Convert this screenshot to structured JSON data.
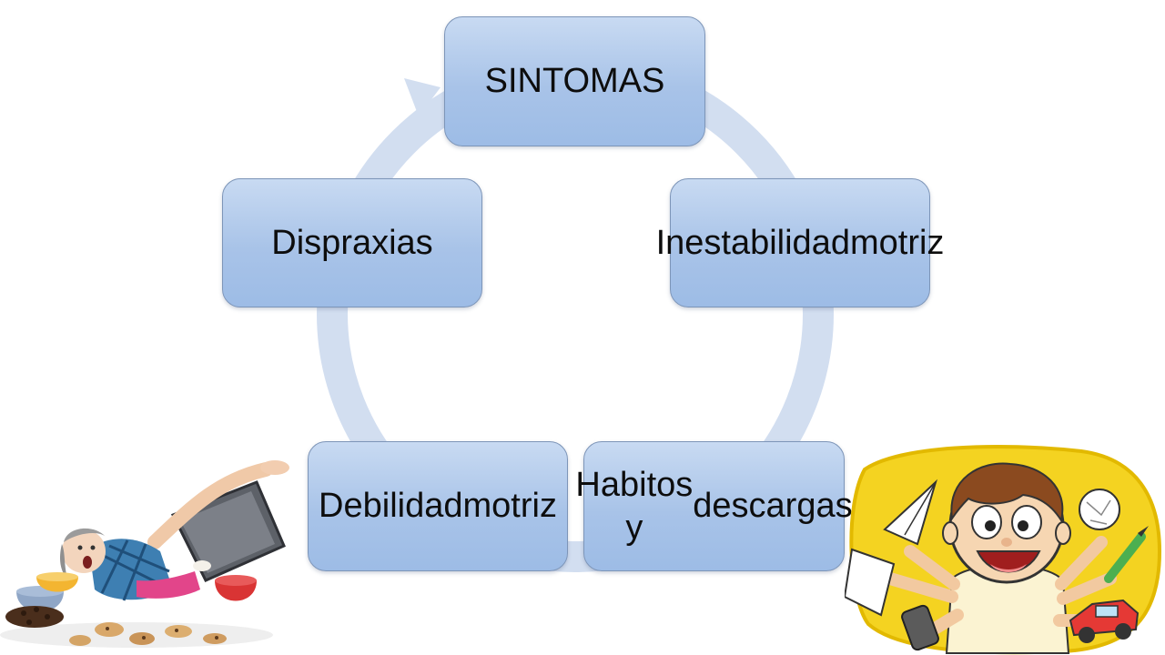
{
  "diagram": {
    "type": "cycle",
    "nodes": [
      {
        "id": "sintomas",
        "lines": [
          "SINTOMAS"
        ]
      },
      {
        "id": "inestab",
        "lines": [
          "Inestabilidad",
          "motriz"
        ]
      },
      {
        "id": "habitos",
        "lines": [
          "Habitos y",
          "descargas"
        ]
      },
      {
        "id": "debilidad",
        "lines": [
          "Debilidad",
          "motriz"
        ]
      },
      {
        "id": "dispraxias",
        "lines": [
          "Dispraxias"
        ]
      }
    ]
  },
  "colors": {
    "node_fill_top": "#c8daf2",
    "node_fill_bottom": "#9dbce6",
    "node_border": "#7d95b8",
    "ring": "#d2def0",
    "text": "#0d0d0d"
  },
  "images": [
    {
      "name": "child-falling-kitchen-image"
    },
    {
      "name": "hyperactive-boy-cartoon-image"
    }
  ]
}
